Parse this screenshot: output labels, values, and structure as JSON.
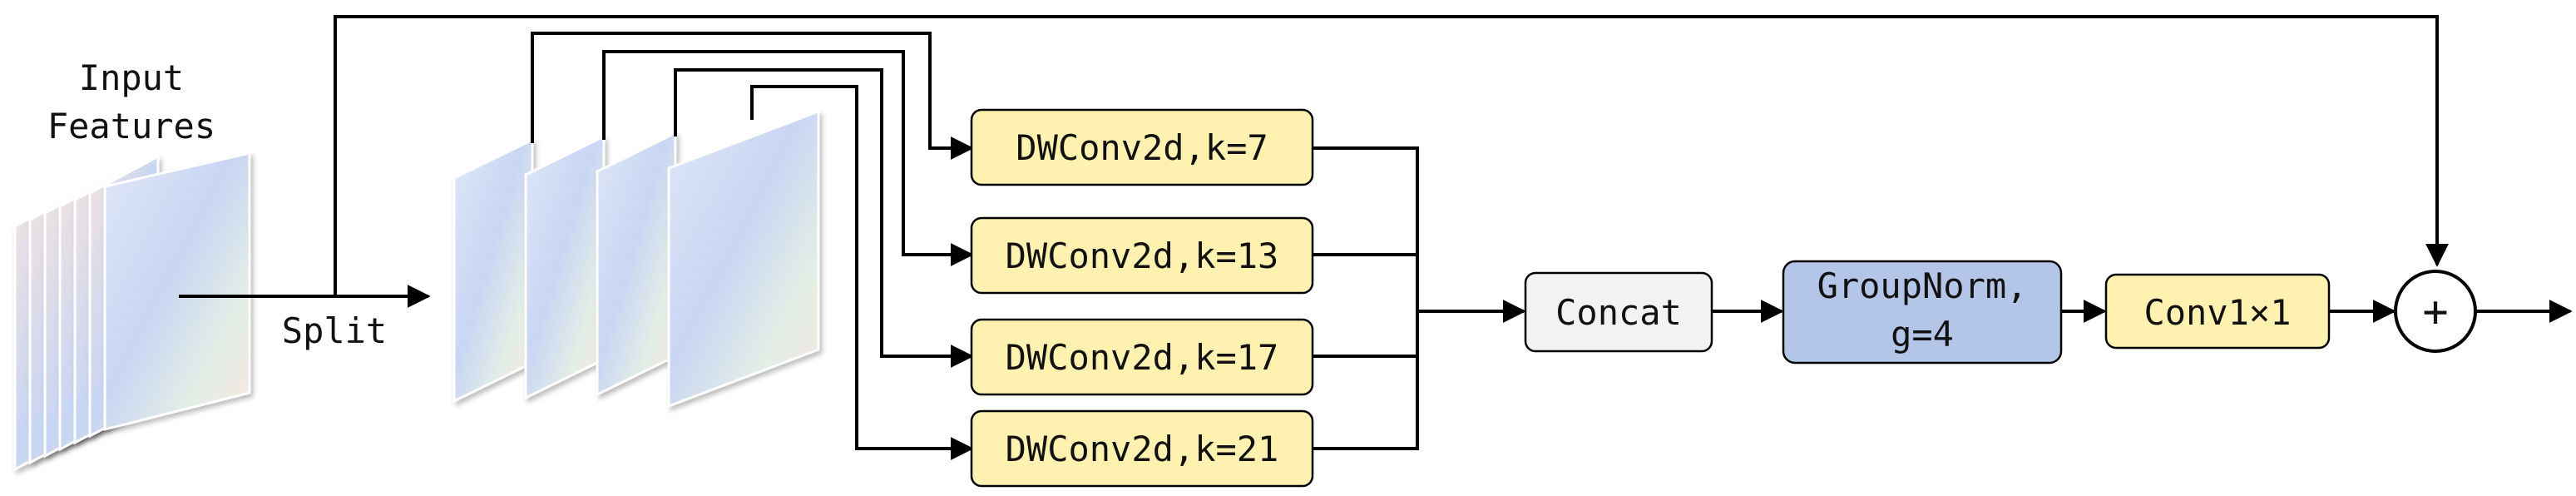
{
  "input": {
    "label_line1": "Input",
    "label_line2": "Features"
  },
  "split": {
    "label": "Split"
  },
  "dwconv": [
    {
      "label": "DWConv2d,k=7"
    },
    {
      "label": "DWConv2d,k=13"
    },
    {
      "label": "DWConv2d,k=17"
    },
    {
      "label": "DWConv2d,k=21"
    }
  ],
  "concat": {
    "label": "Concat"
  },
  "groupnorm": {
    "label_line1": "GroupNorm,",
    "label_line2": "g=4"
  },
  "conv1x1": {
    "label": "Conv1×1"
  },
  "add": {
    "symbol": "+"
  },
  "colors": {
    "box_yellow": "#fff2b0",
    "box_gray": "#f2f2f2",
    "box_blue": "#b4c6e8",
    "line": "#000000"
  }
}
